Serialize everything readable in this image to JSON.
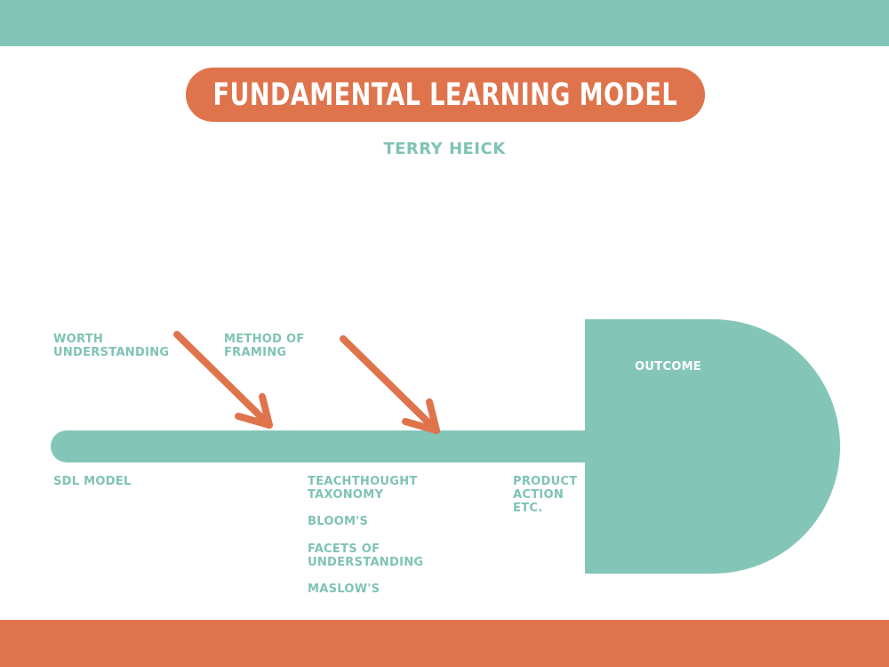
{
  "colors": {
    "teal": "#83c6b8",
    "orange": "#df744c",
    "white": "#ffffff",
    "label_teal": "#7fc3b4"
  },
  "header": {
    "title": "FUNDAMENTAL LEARNING MODEL",
    "author": "TERRY HEICK"
  },
  "diagram": {
    "outcome": "OUTCOME",
    "inputs": {
      "worth": "WORTH\nUNDERSTANDING",
      "framing": "METHOD OF\nFRAMING"
    },
    "below": {
      "sdl": "SDL MODEL",
      "teachthought": "TEACHTHOUGHT\nTAXONOMY",
      "blooms": "BLOOM'S",
      "facets": "FACETS OF\nUNDERSTANDING",
      "maslow": "MASLOW'S",
      "product": "PRODUCT\nACTION\nETC."
    }
  }
}
